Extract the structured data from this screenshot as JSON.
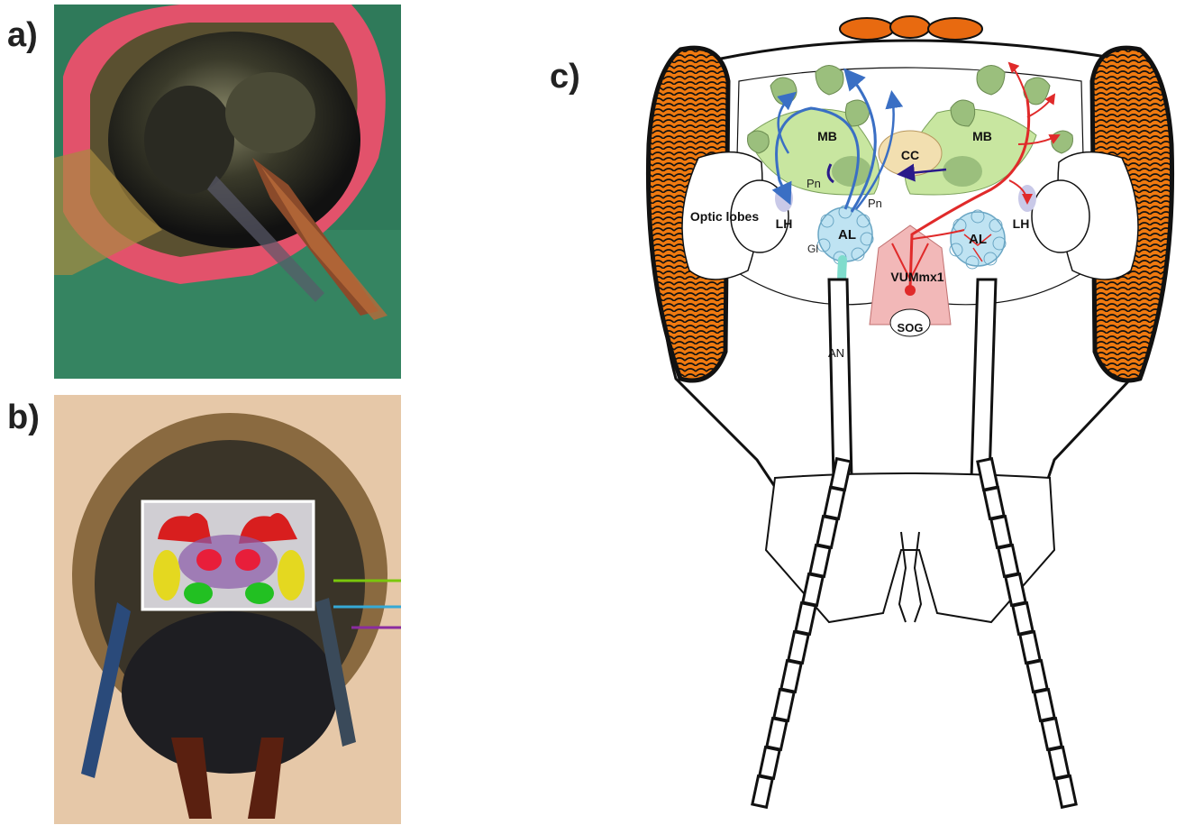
{
  "panels": {
    "a": {
      "label": "a)"
    },
    "b": {
      "label": "b)"
    },
    "c": {
      "label": "c)"
    }
  },
  "diagram_labels": {
    "mb_left": "MB",
    "mb_right": "MB",
    "cc": "CC",
    "pn_upper": "Pn",
    "pn_lower": "Pn",
    "lh_left": "LH",
    "lh_right": "LH",
    "optic_lobes": "Optic lobes",
    "al_left": "AL",
    "al_right": "AL",
    "gl": "Gl",
    "vummx1": "VUMmx1",
    "sog": "SOG",
    "an": "AN"
  },
  "colors": {
    "compound_eye": "#f07a10",
    "ocelli": "#e86a10",
    "mushroom_body": "#c8e6a0",
    "calyx": "#9bbf7d",
    "central_complex": "#f2dfb0",
    "antennal_lobe": "#bfe3f2",
    "sog_region": "#f2b8b8",
    "pn_blue": "#3a6fc4",
    "vum_red": "#e02a2a",
    "antennal_nerve": "#7fdccc",
    "lateral_horn": "#c9c9e8"
  },
  "overlay_lines": {
    "colors": [
      "#7ac70c",
      "#35a9d6",
      "#8a2ca0"
    ]
  }
}
